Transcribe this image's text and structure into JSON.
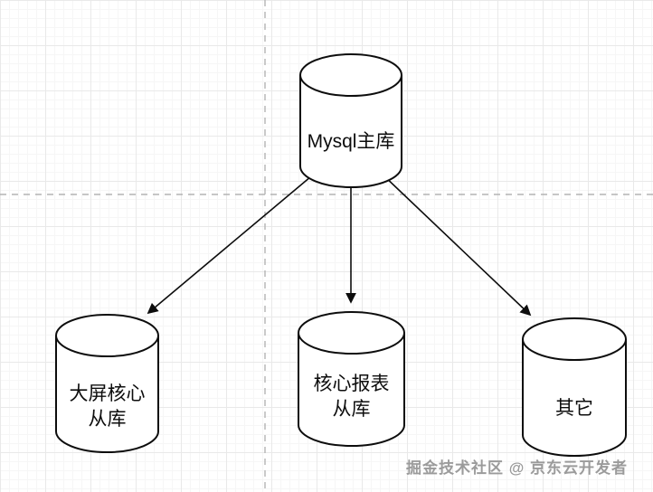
{
  "diagram": {
    "master": {
      "label": "Mysql主库"
    },
    "slaves": [
      {
        "line1": "大屏核心",
        "line2": "从库"
      },
      {
        "line1": "核心报表",
        "line2": "从库"
      },
      {
        "line1": "其它"
      }
    ]
  },
  "watermark": {
    "text": "掘金技术社区 @ 京东云开发者"
  },
  "colors": {
    "node_stroke": "#0d0d0d",
    "node_fill": "#ffffff",
    "guide_dash": "#b3b3b3",
    "watermark_text": "#9b9b9b"
  }
}
